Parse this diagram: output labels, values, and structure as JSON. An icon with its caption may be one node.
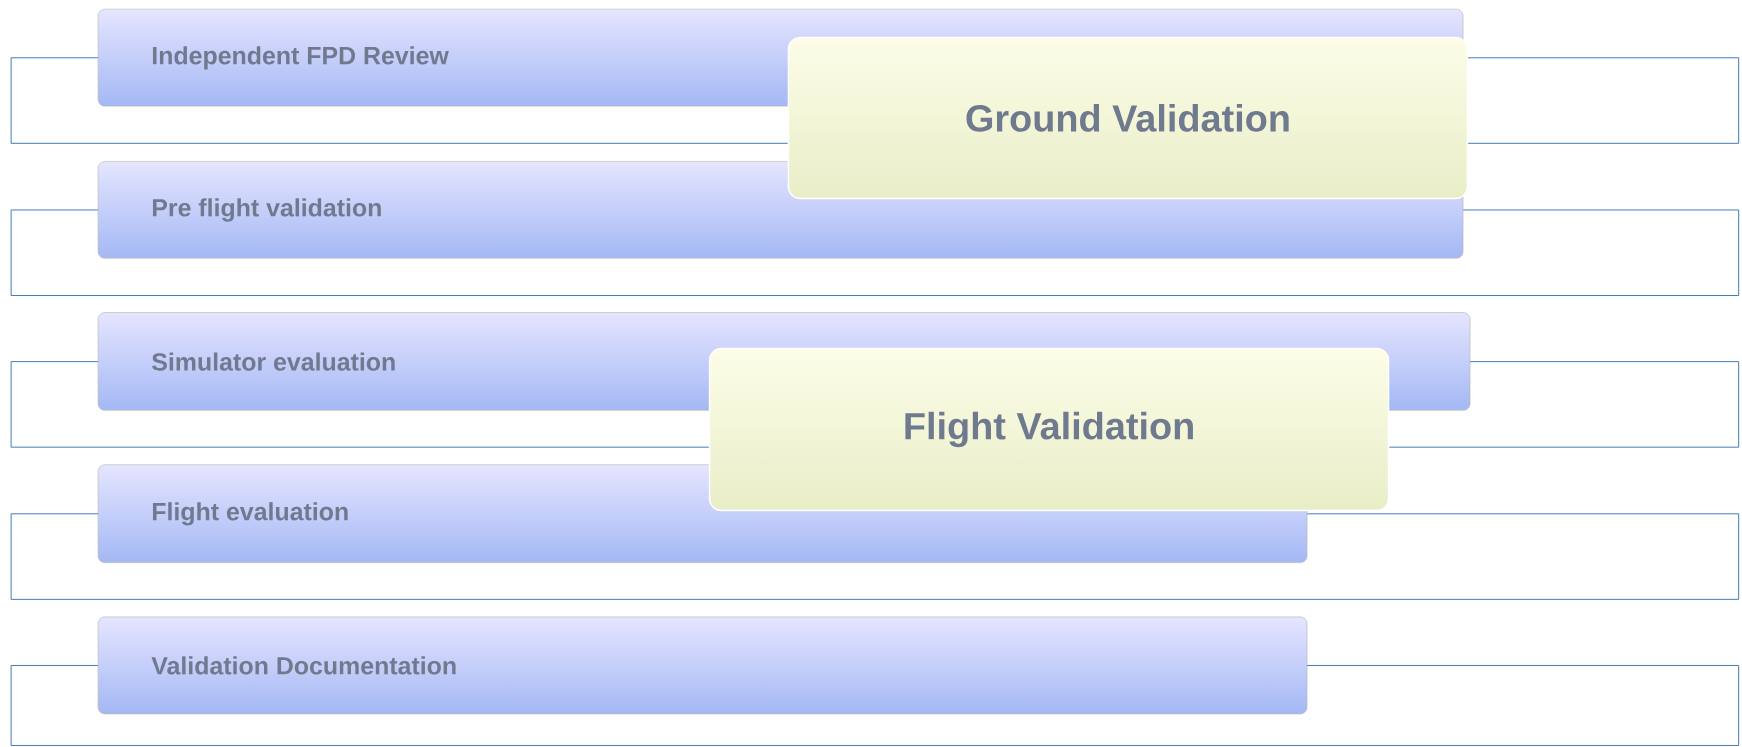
{
  "diagram": {
    "nodes": [
      {
        "text": [
          "Independent FPD Review"
        ]
      },
      {
        "text": [
          "Pre flight validation"
        ]
      },
      {
        "text": [
          "Simulator evaluation"
        ]
      },
      {
        "text": [
          "Flight evaluation"
        ]
      },
      {
        "text": [
          "Validation Documentation"
        ]
      },
      {
        "text": [
          "Ground Validation"
        ]
      },
      {
        "text": [
          "Flight Validation"
        ]
      }
    ]
  }
}
